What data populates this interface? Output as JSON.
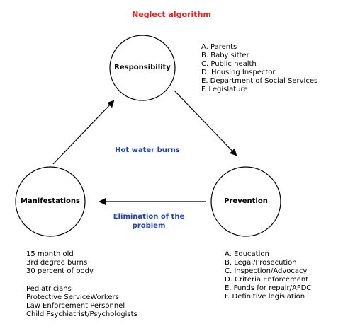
{
  "title": "Neglect algorithm",
  "colors": {
    "title": "#ff1a1a",
    "blue_label": "#1a3fd6"
  },
  "nodes": {
    "responsibility": "Responsibility",
    "prevention": "Prevention",
    "manifestations": "Manifestations"
  },
  "edge_labels": {
    "hot_water": "Hot water burns",
    "elimination_line1": "Elimination of the",
    "elimination_line2": "problem"
  },
  "responsibility_list": [
    "A. Parents",
    "B. Baby sitter",
    "C. Public health",
    "D. Housing Inspector",
    "E. Department of Social Services",
    "F. Legislature"
  ],
  "prevention_list": [
    "A. Education",
    "B. Legal/Prosecution",
    "C. Inspection/Advocacy",
    "D. Criteria Enforcement",
    "E. Funds for repair/AFDC",
    "F. Definitive legislation"
  ],
  "manifestations_facts": [
    "15 month old",
    "3rd degree burns",
    "30 percent of body"
  ],
  "manifestations_personnel": [
    "Pediatricians",
    "Protective ServiceWorkers",
    "Law Enforcement Personnel",
    "Child Psychiatrist/Psychologists"
  ]
}
